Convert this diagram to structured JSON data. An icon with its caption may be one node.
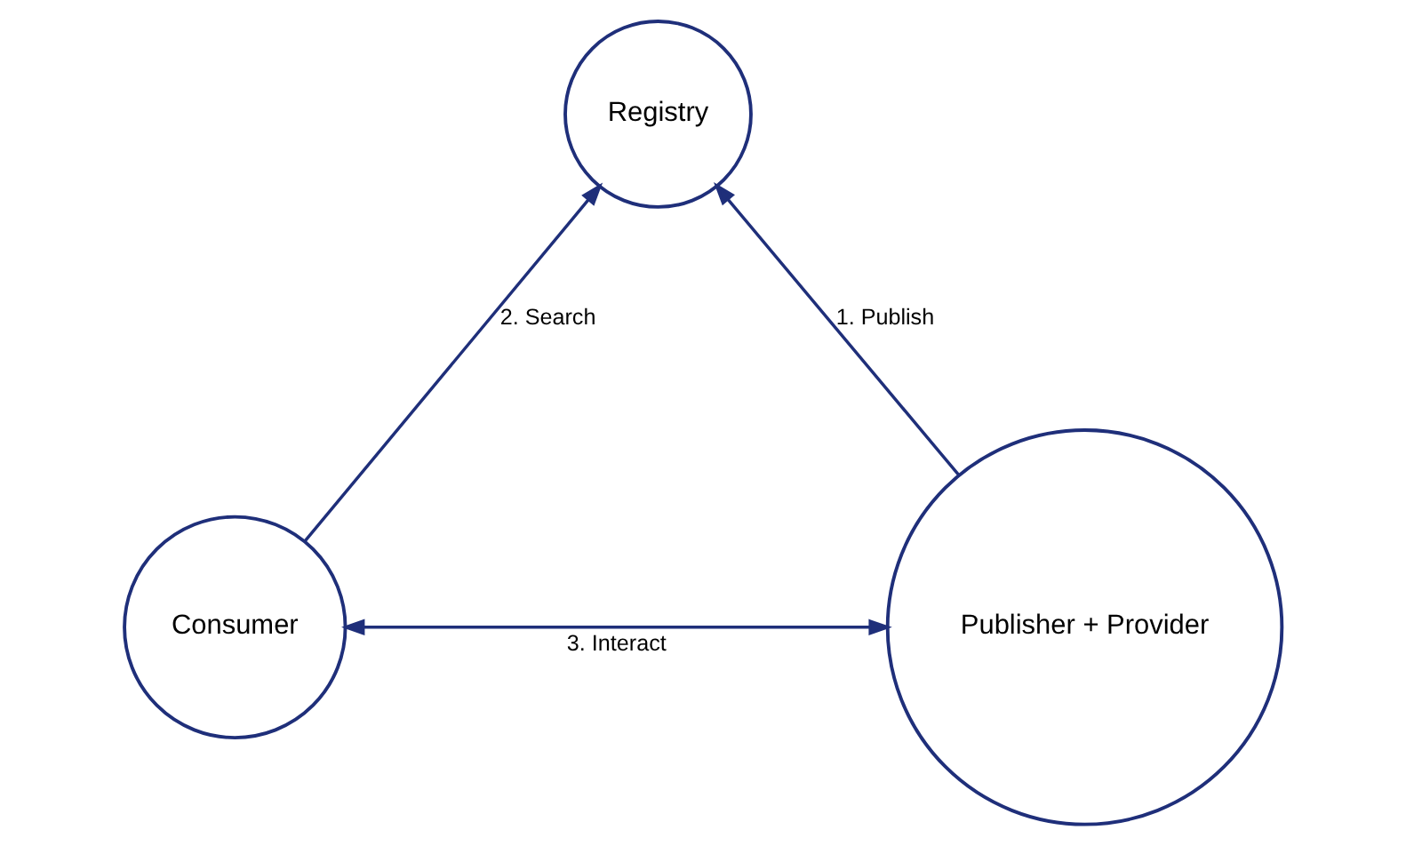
{
  "diagram": {
    "nodes": [
      {
        "text": [
          "Registry"
        ]
      },
      {
        "text": [
          "Consumer"
        ]
      },
      {
        "text": [
          "Publisher + Provider"
        ]
      }
    ],
    "edges": [
      {
        "from": 2,
        "to": 0,
        "arrow": "to",
        "label": "1. Publish"
      },
      {
        "from": 1,
        "to": 0,
        "arrow": "to",
        "label": "2. Search"
      },
      {
        "from": 1,
        "to": 2,
        "arrow": "both",
        "label": "3. Interact"
      }
    ]
  }
}
